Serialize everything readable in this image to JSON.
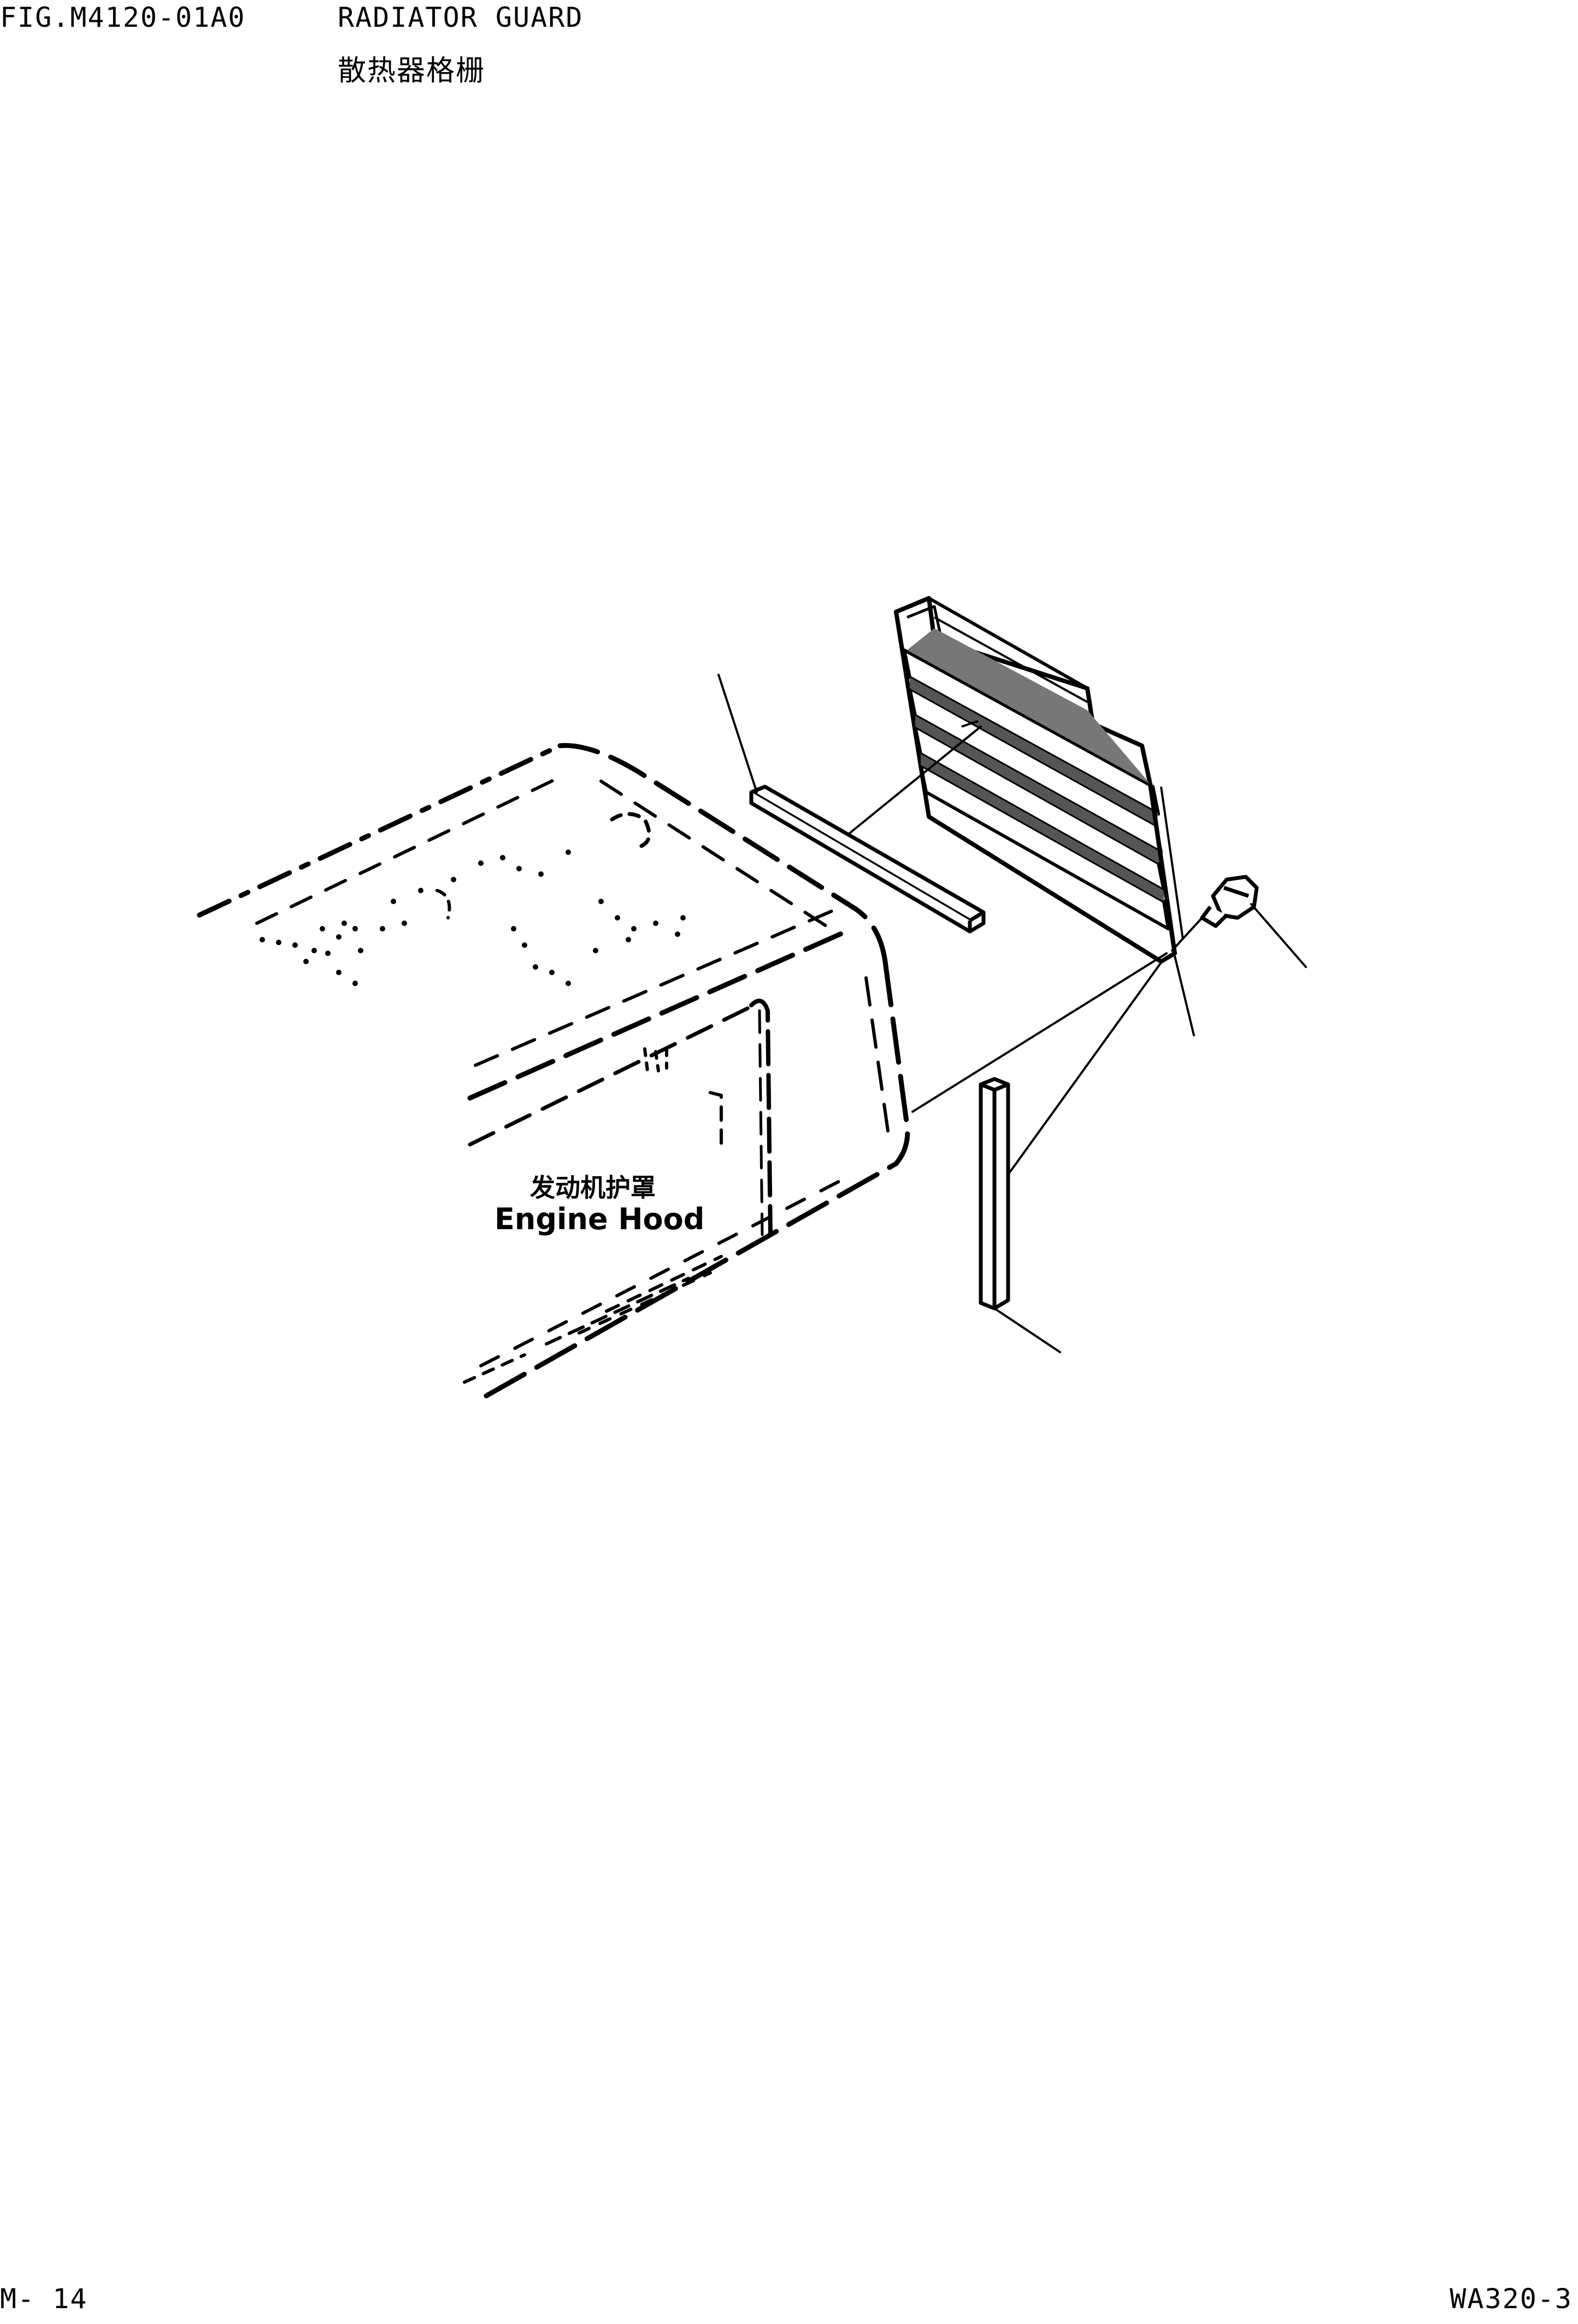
{
  "header": {
    "fig_number": "FIG.M4120-01A0",
    "title_en": "RADIATOR GUARD",
    "title_cn": "散热器格栅"
  },
  "diagram": {
    "hood_label_cn": "发动机护罩",
    "hood_label_en": "Engine Hood"
  },
  "footer": {
    "page_number": "M- 14",
    "model_code": "WA320-3"
  },
  "colors": {
    "ink": "#000000",
    "paper": "#ffffff"
  }
}
